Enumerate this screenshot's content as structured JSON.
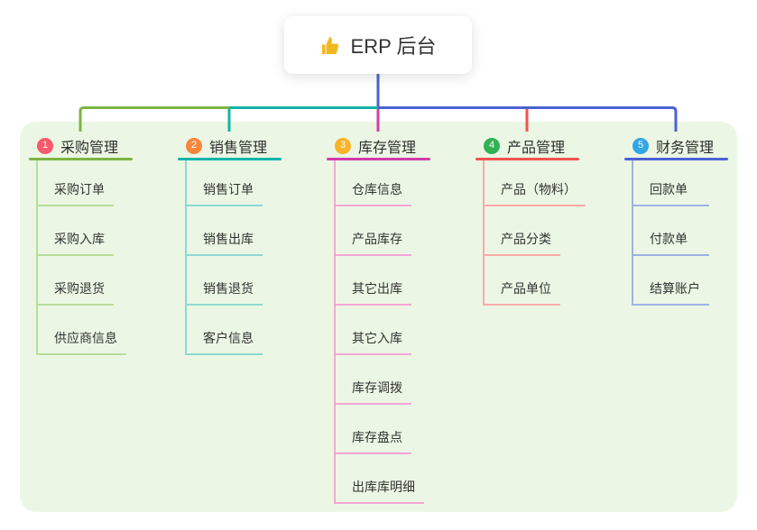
{
  "root": {
    "label": "ERP 后台",
    "icon": "thumbs-up-icon",
    "icon_color": "#f3b71f"
  },
  "canvas": {
    "panel_color": "#ebf7e4",
    "background_color": "#ffffff",
    "trunk_color": "#4b63d2",
    "text_color": "#333333"
  },
  "branches": [
    {
      "index": "1",
      "label": "采购管理",
      "badge_color": "#f85a6d",
      "line_color": "#7cb543",
      "light_color": "#b9dd9b",
      "children": [
        "采购订单",
        "采购入库",
        "采购退货",
        "供应商信息"
      ]
    },
    {
      "index": "2",
      "label": "销售管理",
      "badge_color": "#f8873e",
      "line_color": "#14b3ac",
      "light_color": "#8ed9d2",
      "children": [
        "销售订单",
        "销售出库",
        "销售退货",
        "客户信息"
      ]
    },
    {
      "index": "3",
      "label": "库存管理",
      "badge_color": "#f9b32a",
      "line_color": "#d43bab",
      "light_color": "#f4a6d4",
      "children": [
        "仓库信息",
        "产品库存",
        "其它出库",
        "其它入库",
        "库存调拨",
        "库存盘点",
        "出库库明细"
      ]
    },
    {
      "index": "4",
      "label": "产品管理",
      "badge_color": "#31b256",
      "line_color": "#f25350",
      "light_color": "#f9aaa6",
      "children": [
        "产品（物料）",
        "产品分类",
        "产品单位"
      ]
    },
    {
      "index": "5",
      "label": "财务管理",
      "badge_color": "#33a6e4",
      "line_color": "#4b63d2",
      "light_color": "#9fb1e4",
      "children": [
        "回款单",
        "付款单",
        "结算账户"
      ]
    }
  ]
}
